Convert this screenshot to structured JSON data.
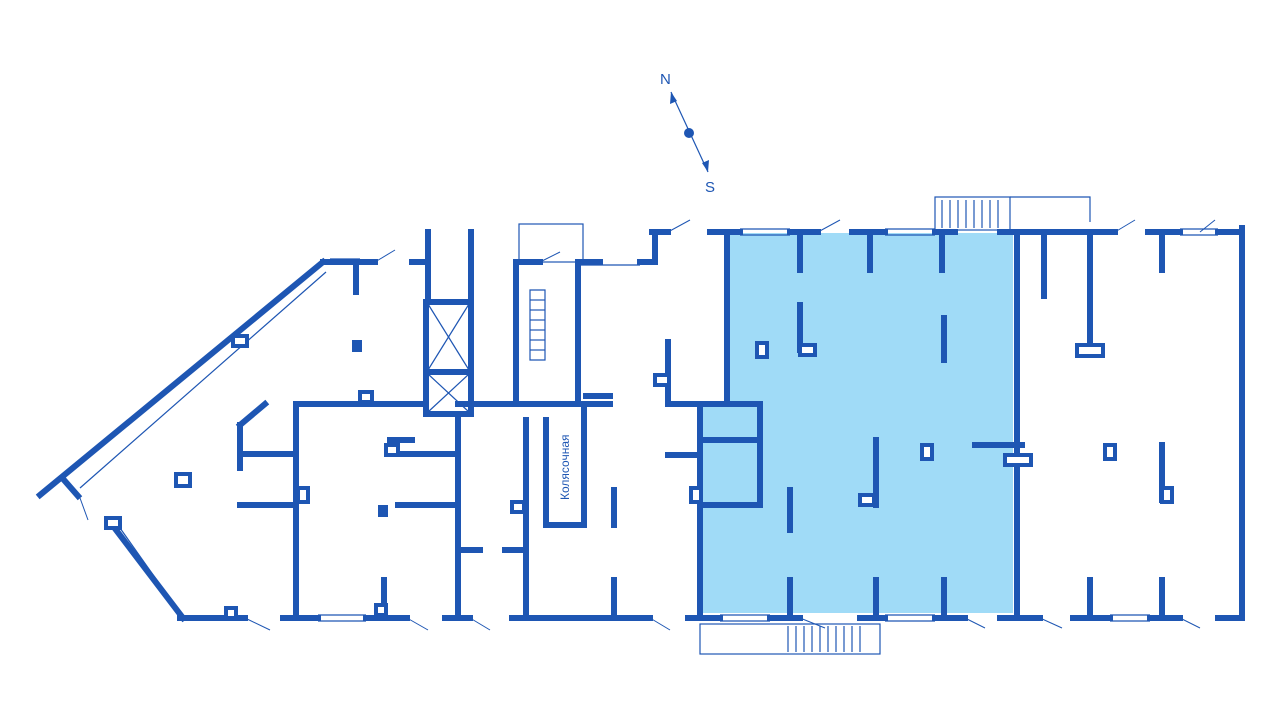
{
  "compass": {
    "north_label": "N",
    "south_label": "S"
  },
  "rooms": {
    "stroller_room_label": "Колясочная"
  },
  "colors": {
    "wall": "#1e56b3",
    "highlight": "#a0dbf7",
    "background": "#ffffff"
  },
  "highlighted_unit": {
    "selected": true
  }
}
